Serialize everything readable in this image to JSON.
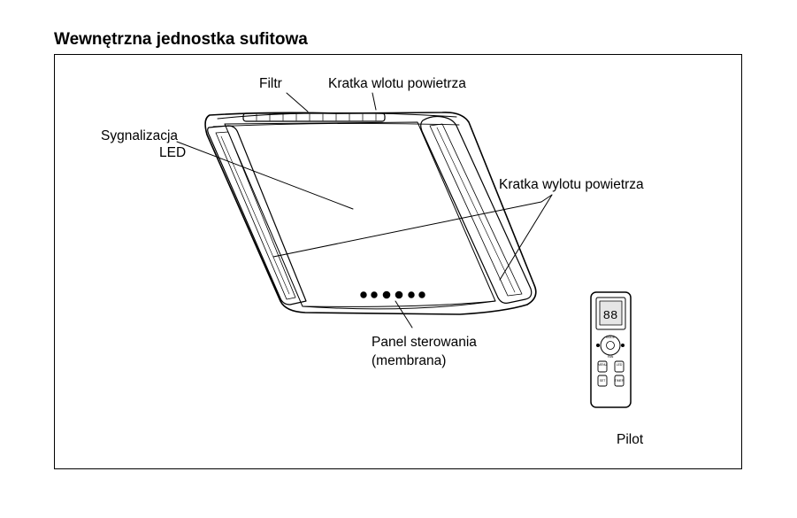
{
  "title": "Wewnętrzna jednostka sufitowa",
  "labels": {
    "filter": "Filtr",
    "air_inlet_grille": "Kratka wlotu powietrza",
    "led_line1": "Sygnalizacja",
    "led_line2": "LED",
    "air_outlet_grille": "Kratka wylotu powietrza",
    "control_panel_line1": "Panel sterowania",
    "control_panel_line2": "(membrana)",
    "remote": "Pilot"
  },
  "remote_buttons": {
    "mode": "MODE",
    "fan": "FAN",
    "menu": "MENU",
    "led": "LED",
    "set": "SET",
    "timer": "TIMER"
  }
}
